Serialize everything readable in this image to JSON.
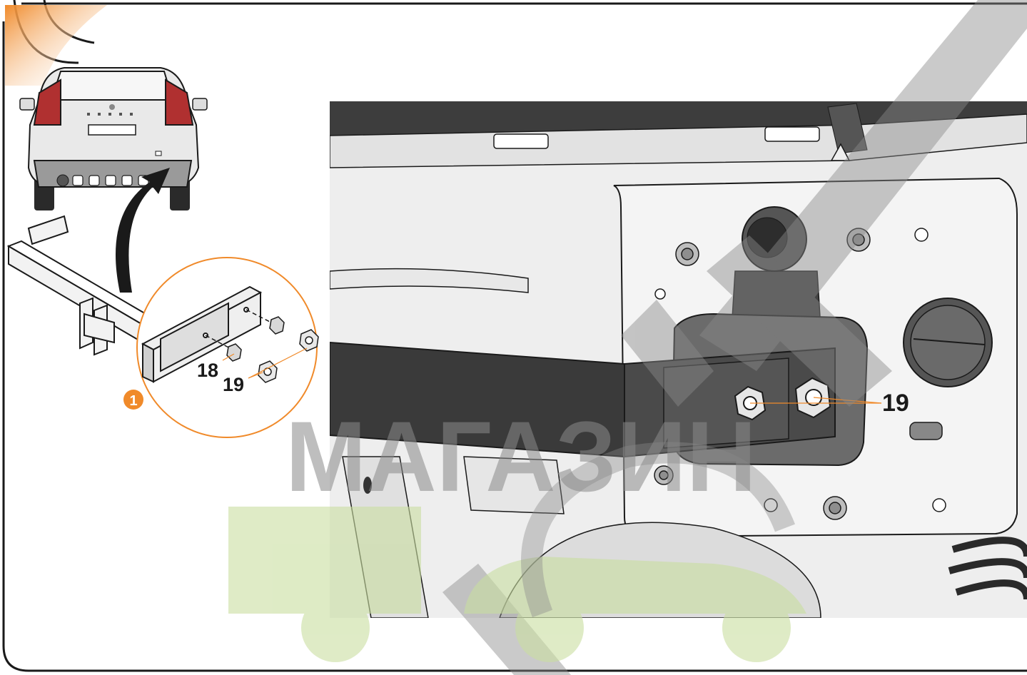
{
  "step": {
    "number": "1"
  },
  "callouts": {
    "part_a": "18",
    "part_b": "19",
    "detail_label": "19"
  },
  "watermark": {
    "text": "МАГАЗИН"
  },
  "colors": {
    "accent_orange": "#f08a2a",
    "outline": "#1a1a1a",
    "metal_dark": "#3a3a3a",
    "body_light": "#efefef",
    "watermark_gray": "#8a8a8a",
    "watermark_green": "#c9dea0"
  }
}
